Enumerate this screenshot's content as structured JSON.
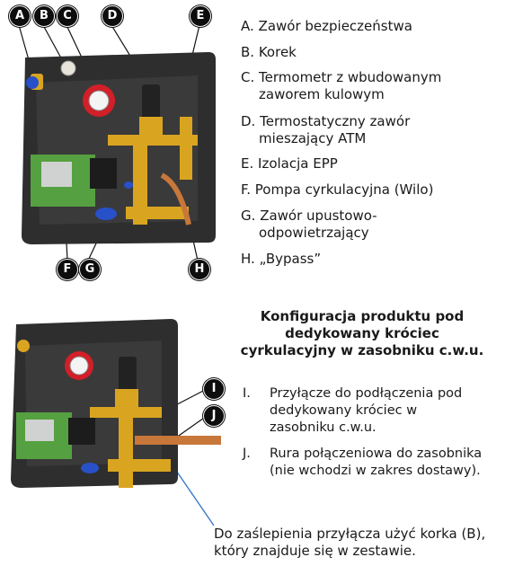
{
  "callouts_top": [
    "A",
    "B",
    "C",
    "D",
    "E",
    "F",
    "G",
    "H"
  ],
  "legend": [
    {
      "letter": "A.",
      "text": "Zawór bezpieczeństwa"
    },
    {
      "letter": "B.",
      "text": "Korek"
    },
    {
      "letter": "C.",
      "text": "Termometr z wbudowanym zaworem kulowym"
    },
    {
      "letter": "D.",
      "text": "Termostatyczny zawór mieszający ATM"
    },
    {
      "letter": "E.",
      "text": "Izolacja EPP"
    },
    {
      "letter": "F.",
      "text": "Pompa cyrkulacyjna (Wilo)"
    },
    {
      "letter": "G.",
      "text": "Zawór upustowo-odpowietrzający"
    },
    {
      "letter": "H.",
      "text": "„Bypass”"
    }
  ],
  "config_title": "Konfiguracja produktu pod dedykowany króciec cyrkulacyjny w zasobniku c.w.u.",
  "callouts_bottom": [
    "I",
    "J"
  ],
  "config_items": [
    {
      "letter": "I.",
      "text": "Przyłącze do podłączenia pod dedykowany króciec w zasobniku c.w.u."
    },
    {
      "letter": "J.",
      "text": "Rura połączeniowa do zasobnika (nie wchodzi w zakres dostawy)."
    }
  ],
  "note": "Do zaślepienia przyłącza użyć korka (B), który znajduje się w zestawie.",
  "colors": {
    "insulation": "#2b2b2b",
    "brass": "#d9a520",
    "pump_green": "#55a040",
    "valve_red": "#d21f28",
    "blue": "#2850c8",
    "copper": "#c8773a"
  }
}
